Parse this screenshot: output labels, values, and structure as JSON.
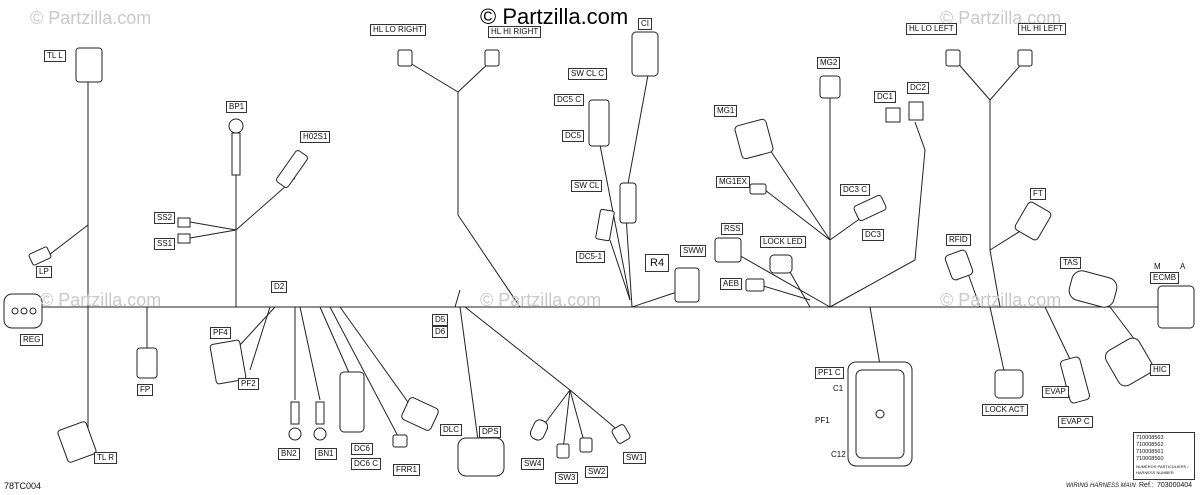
{
  "brand": "© Partzilla.com",
  "watermark": "© Partzilla.com",
  "diagram_code": "78TC004",
  "footer": {
    "title": "WIRING HARNESS MAIN",
    "ref_label": "Ref.:",
    "ref_number": "703000404"
  },
  "part_numbers": [
    "710008563",
    "710008562",
    "710008561",
    "710008560"
  ],
  "part_numbers_caption": "NUMÉROS PARTICULIERS / HARNESS NUMBER",
  "pf1_pins": {
    "c1": "C1",
    "pf1": "PF1",
    "c12": "C12"
  },
  "labels": {
    "tl_l": "TL L",
    "lp": "LP",
    "reg": "REG",
    "fp": "FP",
    "tl_r": "TL R",
    "bp1": "BP1",
    "ss2": "SS2",
    "ss1": "SS1",
    "h02s1": "H02S1",
    "hl_lo_right": "HL LO RIGHT",
    "hl_hi_right": "HL HI RIGHT",
    "ci": "CI",
    "sw_cl_c": "SW CL C",
    "dc5_c": "DC5 C",
    "dc5": "DC5",
    "sw_cl": "SW CL",
    "dc5_1": "DC5-1",
    "r4": "R4",
    "sww": "SWW",
    "mg1": "MG1",
    "mg1ex": "MG1EX",
    "rss": "RSS",
    "lock_led": "LOCK LED",
    "aeb": "AEB",
    "mg2": "MG2",
    "dc1": "DC1",
    "dc2": "DC2",
    "dc3_c": "DC3 C",
    "dc3": "DC3",
    "hl_lo_left": "HL LO LEFT",
    "hl_hi_left": "HL HI LEFT",
    "ft": "FT",
    "rfid": "RFID",
    "tas": "TAS",
    "m": "M",
    "a": "A",
    "ecmb": "ECMB",
    "hic": "HIC",
    "lock_act": "LOCK ACT",
    "evap": "EVAP",
    "evap_c": "EVAP C",
    "pf1_c": "PF1 C",
    "d2": "D2",
    "pf4": "PF4",
    "pf2": "PF2",
    "bn2": "BN2",
    "bn1": "BN1",
    "dc6": "DC6",
    "dc6_c": "DC6 C",
    "frr1": "FRR1",
    "dlc": "DLC",
    "dps": "DPS",
    "d5": "D5",
    "d6": "D6",
    "sw4": "SW4",
    "sw3": "SW3",
    "sw2": "SW2",
    "sw1": "SW1"
  }
}
